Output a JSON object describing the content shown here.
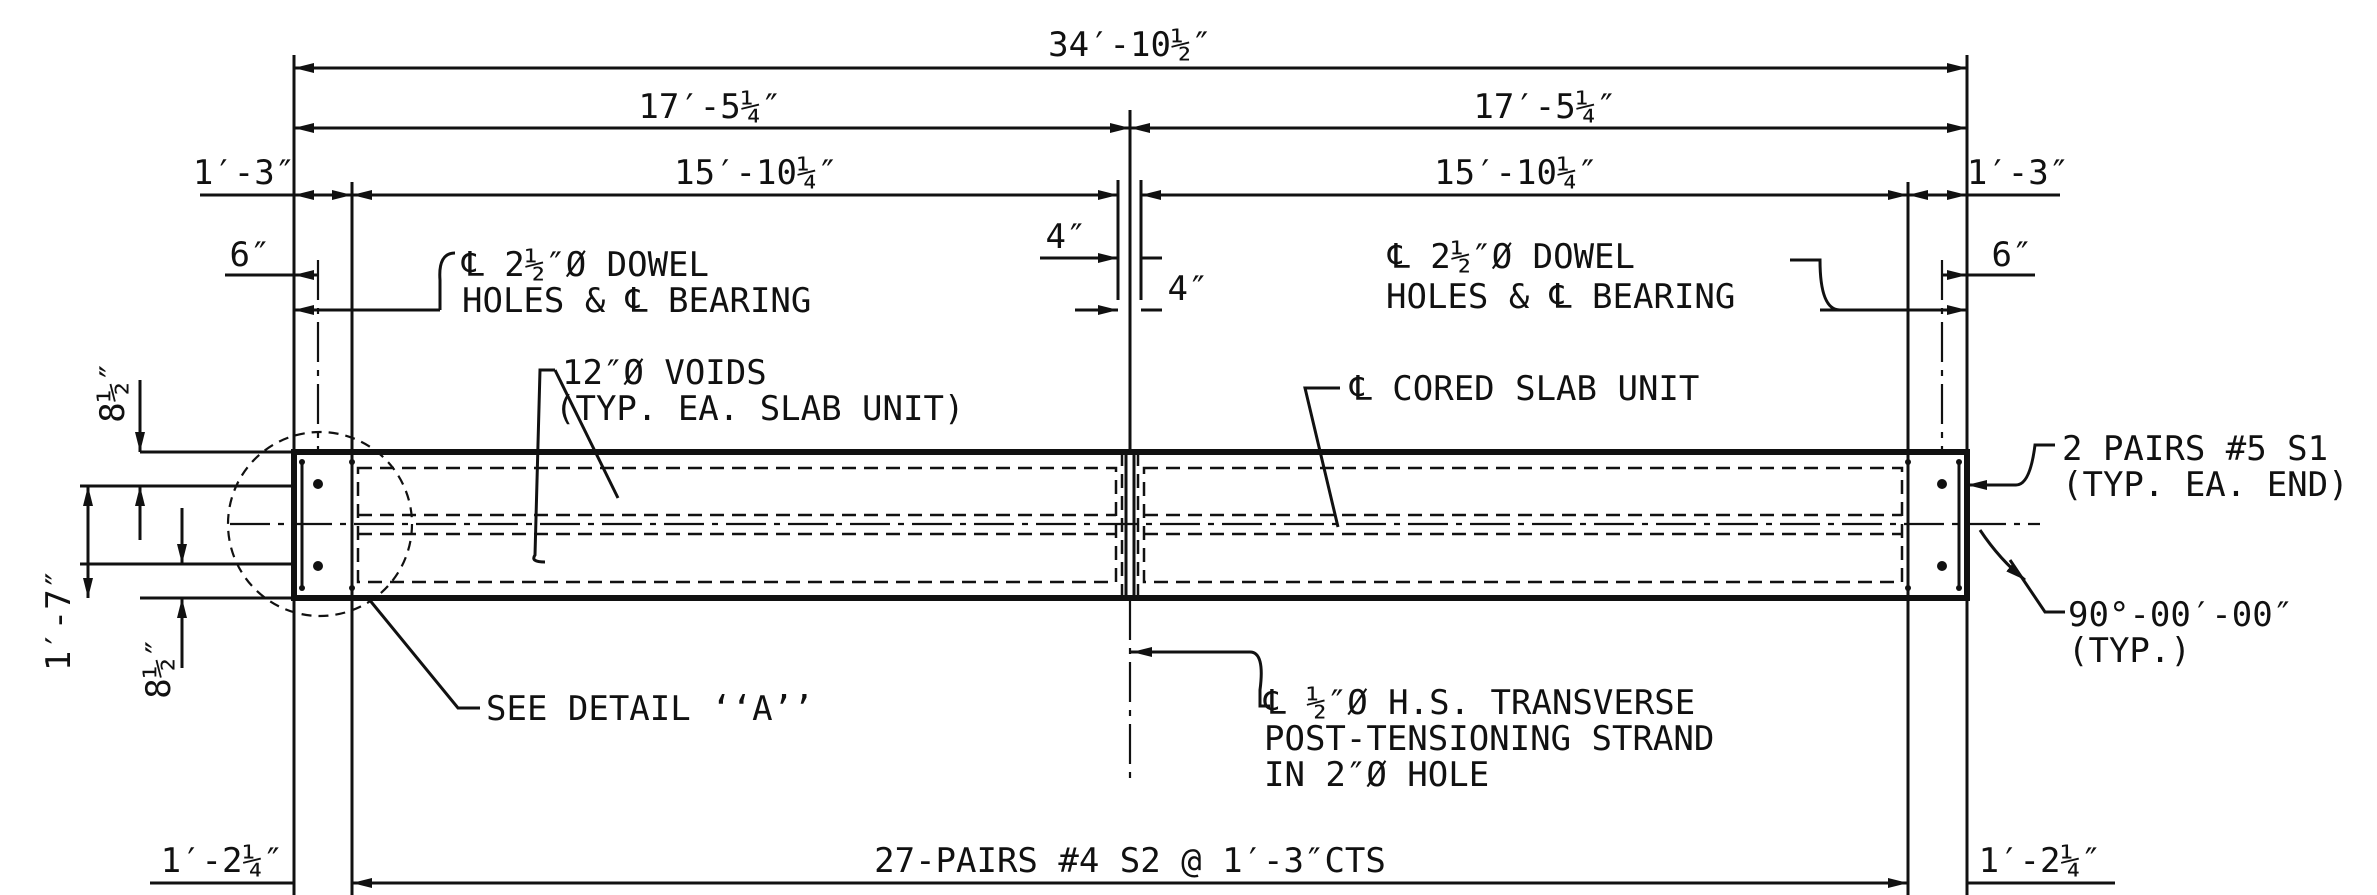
{
  "dimensions": {
    "overall": "34′-10½″",
    "half_left": "17′-5¼″",
    "half_right": "17′-5¼″",
    "end_left": "1′-3″",
    "end_right": "1′-3″",
    "inner_left": "15′-10¼″",
    "inner_right": "15′-10¼″",
    "offset_left": "6″",
    "offset_right": "6″",
    "gap_top": "4″",
    "gap_bottom": "4″",
    "depth_top": "8½″",
    "depth_total": "1′-7″",
    "depth_bottom": "8½″",
    "bottom_left": "1′-2¼″",
    "bottom_right": "1′-2¼″"
  },
  "notes": {
    "dowel_left_1": "℄ 2½″Ø DOWEL",
    "dowel_left_2": "HOLES & ℄ BEARING",
    "dowel_right_1": "℄ 2½″Ø DOWEL",
    "dowel_right_2": "HOLES & ℄ BEARING",
    "voids_1": "12″Ø VOIDS",
    "voids_2": "(TYP. EA. SLAB UNIT)",
    "cored": "℄ CORED SLAB UNIT",
    "pairs_s1_1": "2 PAIRS #5 S1",
    "pairs_s1_2": "(TYP. EA. END)",
    "angle_1": "90°-00′-00″",
    "angle_2": "(TYP.)",
    "detail": "SEE DETAIL ‘‘A’’",
    "strand_1": "℄ ½″Ø H.S. TRANSVERSE",
    "strand_2": "POST-TENSIONING STRAND",
    "strand_3": "IN 2″Ø HOLE",
    "pairs_s2": "27-PAIRS #4 S2 @ 1′-3″CTS"
  }
}
